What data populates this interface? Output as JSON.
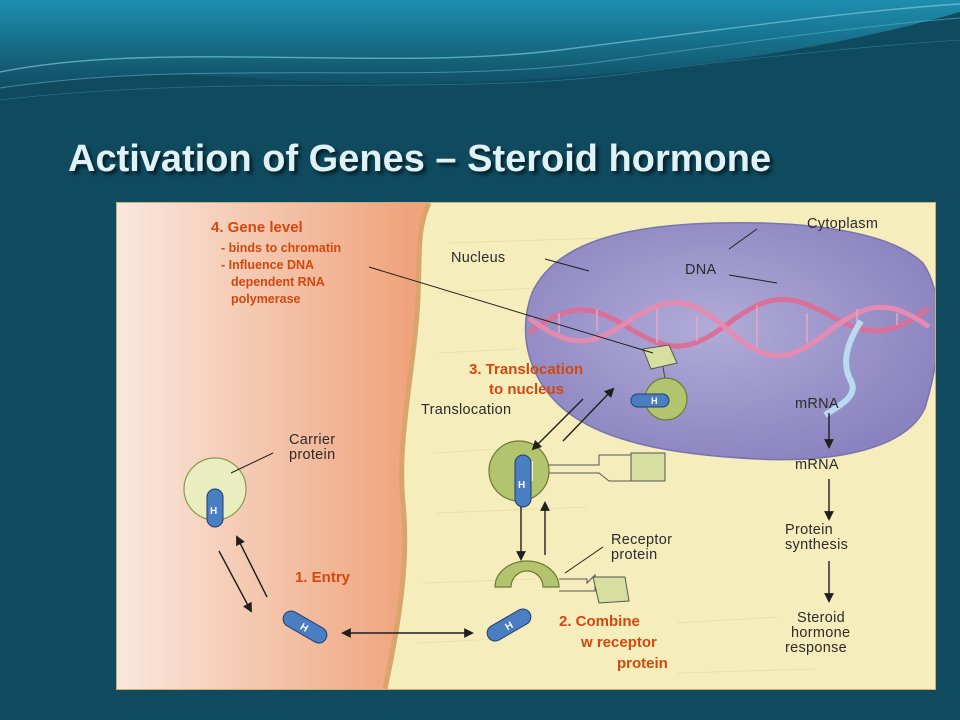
{
  "slide": {
    "title": "Activation of Genes – Steroid hormone"
  },
  "figure": {
    "labels": {
      "cytoplasm": "Cytoplasm",
      "nucleus": "Nucleus",
      "dna": "DNA",
      "translocation": "Translocation",
      "carrier_protein_1": "Carrier",
      "carrier_protein_2": "protein",
      "receptor_protein_1": "Receptor",
      "receptor_protein_2": "protein",
      "mrna_nucleus": "mRNA",
      "mrna_cytoplasm": "mRNA",
      "protein_synthesis_1": "Protein",
      "protein_synthesis_2": "synthesis",
      "response_1": "Steroid",
      "response_2": "hormone",
      "response_3": "response",
      "hormone_symbol": "H"
    },
    "steps": {
      "gene_level": {
        "title": "4. Gene level",
        "line1": "- binds to chromatin",
        "line2": "- Influence DNA",
        "line3": "dependent RNA",
        "line4": "polymerase"
      },
      "translocation": {
        "line1": "3. Translocation",
        "line2": "to nucleus"
      },
      "entry": "1. Entry",
      "combine": {
        "line1": "2. Combine",
        "line2": "w receptor",
        "line3": "protein"
      }
    },
    "colors": {
      "membrane_orange": "#e8703a",
      "cytoplasm_cream": "#f6edbd",
      "nucleus_purple": "#9b95c9",
      "dna_pink": "#d9709a",
      "rna_blue": "#b9dbef",
      "receptor_green": "#b3c46e",
      "hormone_blue": "#4a7ec2",
      "step_text": "#d2480e"
    }
  }
}
